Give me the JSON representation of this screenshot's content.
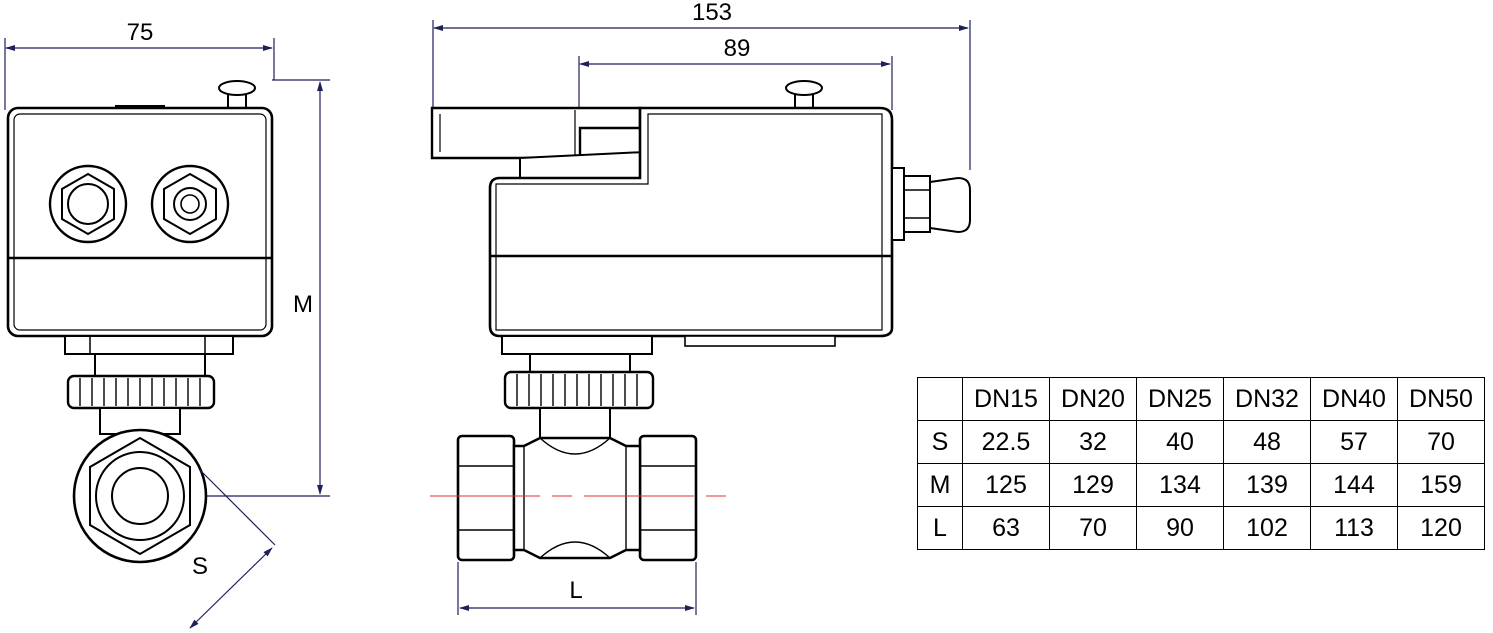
{
  "dimensions": {
    "left_width": "75",
    "overall_length": "153",
    "actuator_length": "89",
    "height_label": "M",
    "size_label": "S",
    "body_length_label": "L"
  },
  "table": {
    "columns": [
      "DN15",
      "DN20",
      "DN25",
      "DN32",
      "DN40",
      "DN50"
    ],
    "rows": [
      {
        "label": "S",
        "values": [
          "22.5",
          "32",
          "40",
          "48",
          "57",
          "70"
        ]
      },
      {
        "label": "M",
        "values": [
          "125",
          "129",
          "134",
          "139",
          "144",
          "159"
        ]
      },
      {
        "label": "L",
        "values": [
          "63",
          "70",
          "90",
          "102",
          "113",
          "120"
        ]
      }
    ]
  }
}
